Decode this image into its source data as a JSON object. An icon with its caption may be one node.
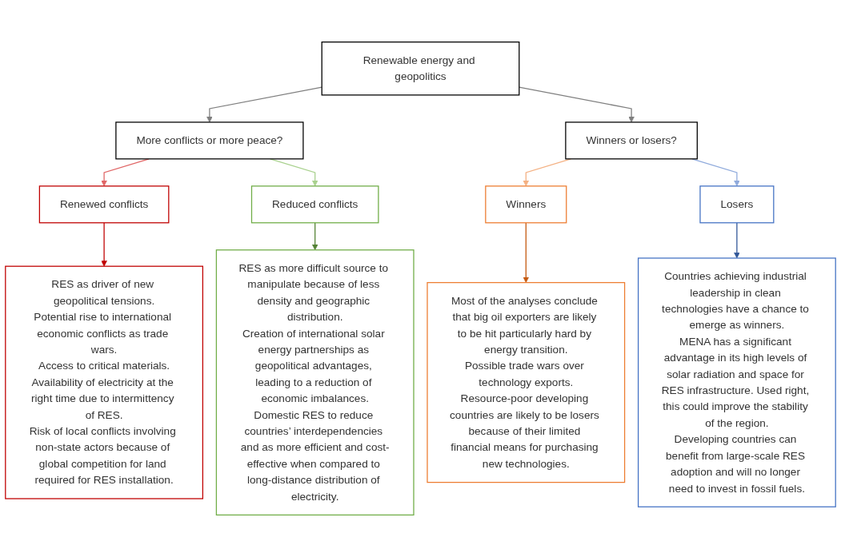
{
  "diagram": {
    "nodes": [
      {
        "text": [
          "Renewable energy and geopolitics"
        ]
      },
      {
        "text": [
          "More conflicts or more peace?"
        ]
      },
      {
        "text": [
          "Winners or losers?"
        ]
      },
      {
        "text": [
          "Renewed conflicts"
        ]
      },
      {
        "text": [
          "Reduced conflicts"
        ]
      },
      {
        "text": [
          "Winners"
        ]
      },
      {
        "text": [
          "Losers"
        ]
      },
      {
        "text": [
          "RES as driver of new geopolitical tensions.",
          "Potential rise to international economic conflicts as trade wars.",
          "Access to critical materials.",
          "Availability of electricity at the right time due to intermittency of RES.",
          "Risk of local conflicts involving non-state actors because of global competition for land required for RES installation."
        ]
      },
      {
        "text": [
          "RES as more difficult source to manipulate because of less density and geographic distribution.",
          "Creation of international solar energy partnerships as geopolitical advantages, leading to a reduction of economic imbalances.",
          "Domestic RES to reduce countries’ interdependencies and as more efficient and cost-effective when compared to long-distance distribution of electricity."
        ]
      },
      {
        "text": [
          "Most of the analyses conclude that big oil exporters are likely to be hit particularly hard by energy transition.",
          "Possible trade wars over technology exports.",
          "Resource-poor developing countries are likely to be losers because of their limited financial means for purchasing new technologies."
        ]
      },
      {
        "text": [
          "Countries achieving industrial leadership in clean technologies have a chance to emerge as winners.",
          "MENA has a significant advantage in its high levels of solar radiation and space for RES infrastructure. Used right, this could improve the stability of the region.",
          "Developing countries can benefit from large-scale RES adoption and will no longer need to invest in fossil fuels."
        ]
      }
    ],
    "edges": [
      {
        "from": 0,
        "to": 1,
        "arrow": "to",
        "color": "#7f7f7f"
      },
      {
        "from": 0,
        "to": 2,
        "arrow": "to",
        "color": "#7f7f7f"
      },
      {
        "from": 1,
        "to": 3,
        "arrow": "to",
        "color": "#e06666"
      },
      {
        "from": 1,
        "to": 4,
        "arrow": "to",
        "color": "#a9d18e"
      },
      {
        "from": 2,
        "to": 5,
        "arrow": "to",
        "color": "#f4b183"
      },
      {
        "from": 2,
        "to": 6,
        "arrow": "to",
        "color": "#8faadc"
      },
      {
        "from": 3,
        "to": 7,
        "arrow": "to",
        "color": "#c00000"
      },
      {
        "from": 4,
        "to": 8,
        "arrow": "to",
        "color": "#548235"
      },
      {
        "from": 5,
        "to": 9,
        "arrow": "to",
        "color": "#c55a11"
      },
      {
        "from": 6,
        "to": 10,
        "arrow": "to",
        "color": "#2f5597"
      }
    ]
  }
}
